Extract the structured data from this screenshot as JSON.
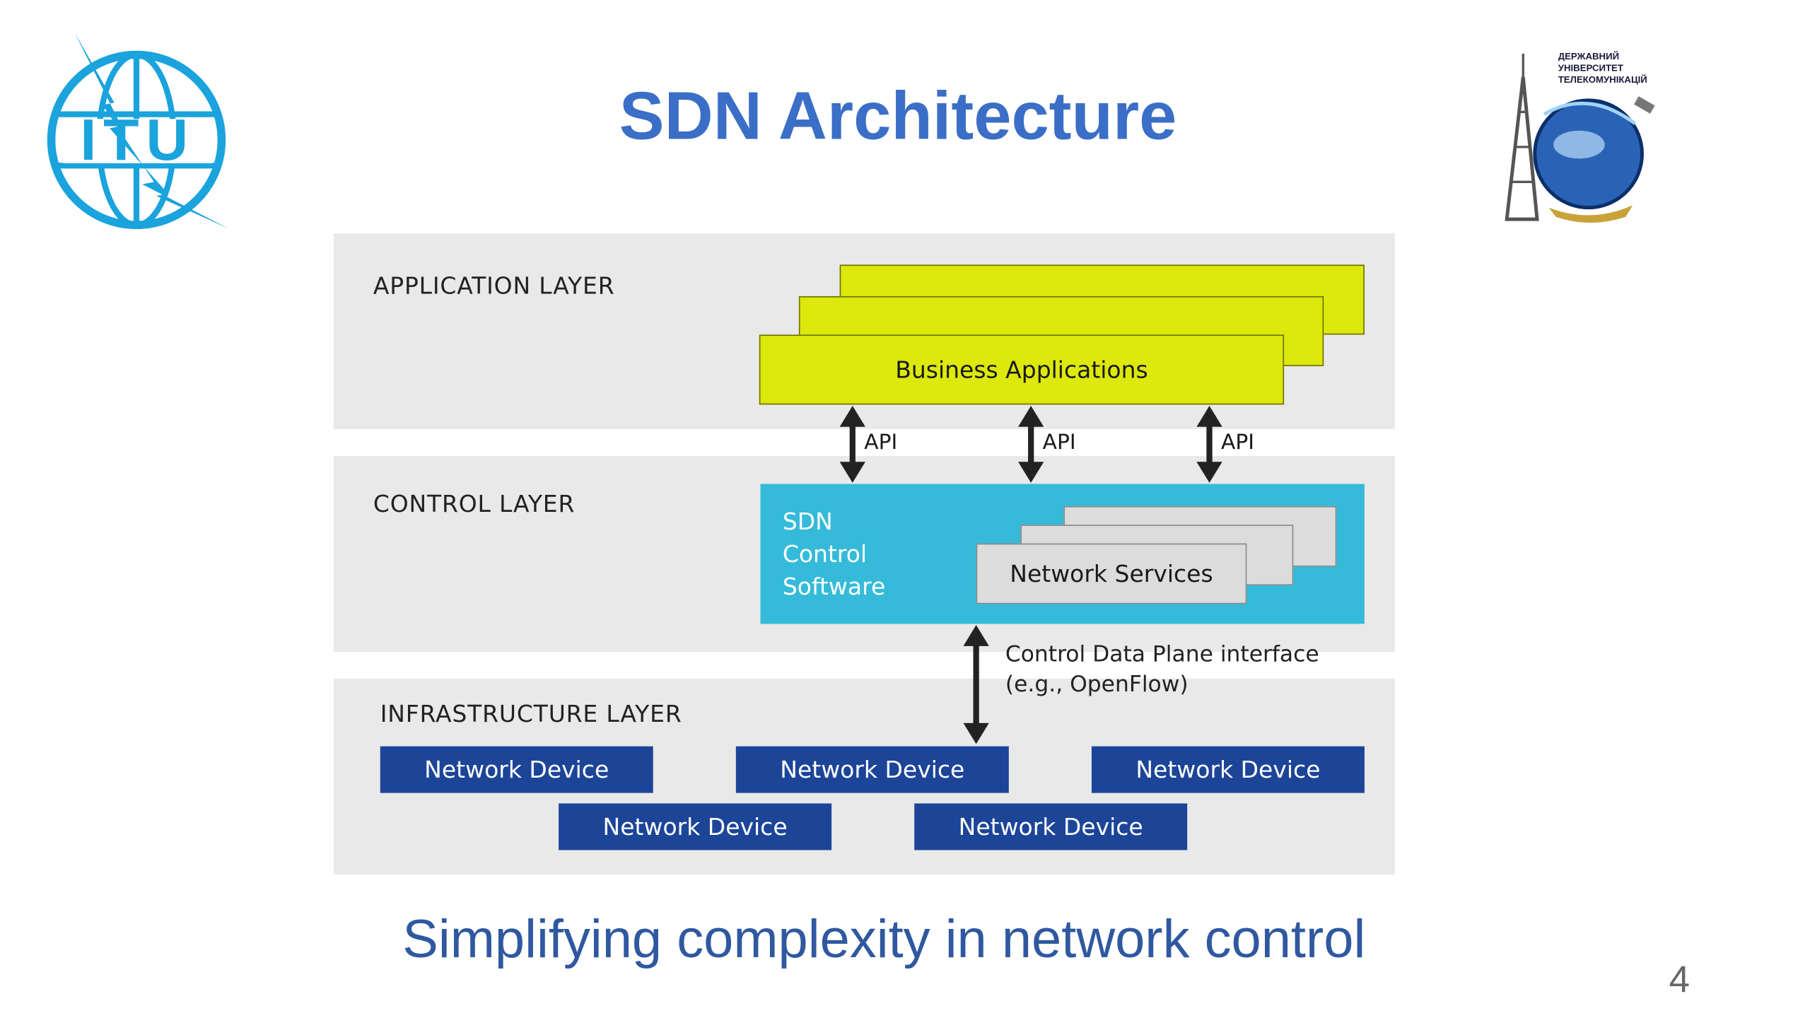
{
  "slide": {
    "title": "SDN Architecture",
    "subtitle": "Simplifying complexity in network control",
    "page_number": "4"
  },
  "logos": {
    "left": {
      "text": "ITU",
      "icon": "itu-globe-logo"
    },
    "right": {
      "icon": "university-globe-logo",
      "lines": [
        "ДЕРЖАВНИЙ",
        "УНІВЕРСИТЕТ",
        "ТЕЛЕКОМУНІКАЦІЙ"
      ]
    }
  },
  "diagram": {
    "application_layer": {
      "label": "APPLICATION LAYER",
      "business_applications": "Business Applications"
    },
    "api_labels": [
      "API",
      "API",
      "API"
    ],
    "control_layer": {
      "label": "CONTROL LAYER",
      "sdn_control_software": [
        "SDN",
        "Control",
        "Software"
      ],
      "network_services": "Network Services"
    },
    "control_data_plane_interface": [
      "Control Data Plane interface",
      "(e.g., OpenFlow)"
    ],
    "infrastructure_layer": {
      "label": "INFRASTRUCTURE LAYER",
      "devices": [
        "Network Device",
        "Network Device",
        "Network Device",
        "Network Device",
        "Network Device"
      ]
    }
  },
  "colors": {
    "title": "#3b6ec6",
    "subtitle": "#2f58a0",
    "layer_background": "#e9e9e9",
    "business_app": "#dde80c",
    "sdn_control": "#35bbd9",
    "network_services": "#dcdcdc",
    "network_device": "#1c4598",
    "itu_blue": "#1aa3dc"
  }
}
